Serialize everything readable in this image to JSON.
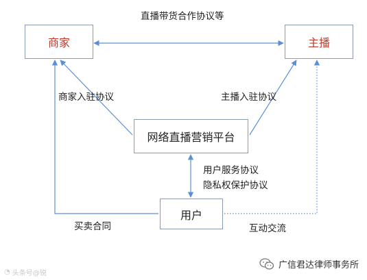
{
  "nodes": {
    "merchant": "商家",
    "anchor": "主播",
    "platform": "网络直播营销平台",
    "user": "用户"
  },
  "edges": {
    "merchant_anchor": "直播带货合作协议等",
    "merchant_platform": "商家入驻协议",
    "anchor_platform": "主播入驻协议",
    "platform_user_service": "用户服务协议",
    "platform_user_privacy": "隐私权保护协议",
    "merchant_user": "买卖合同",
    "anchor_user": "互动交流"
  },
  "watermarks": {
    "left": "头条号@锐",
    "right": "广信君达律师事务所",
    "right_icon": "wechat-icon"
  },
  "colors": {
    "line": "#5b8fd6",
    "box_border": "#8a9bb0",
    "highlight_text": "#c0392b"
  }
}
